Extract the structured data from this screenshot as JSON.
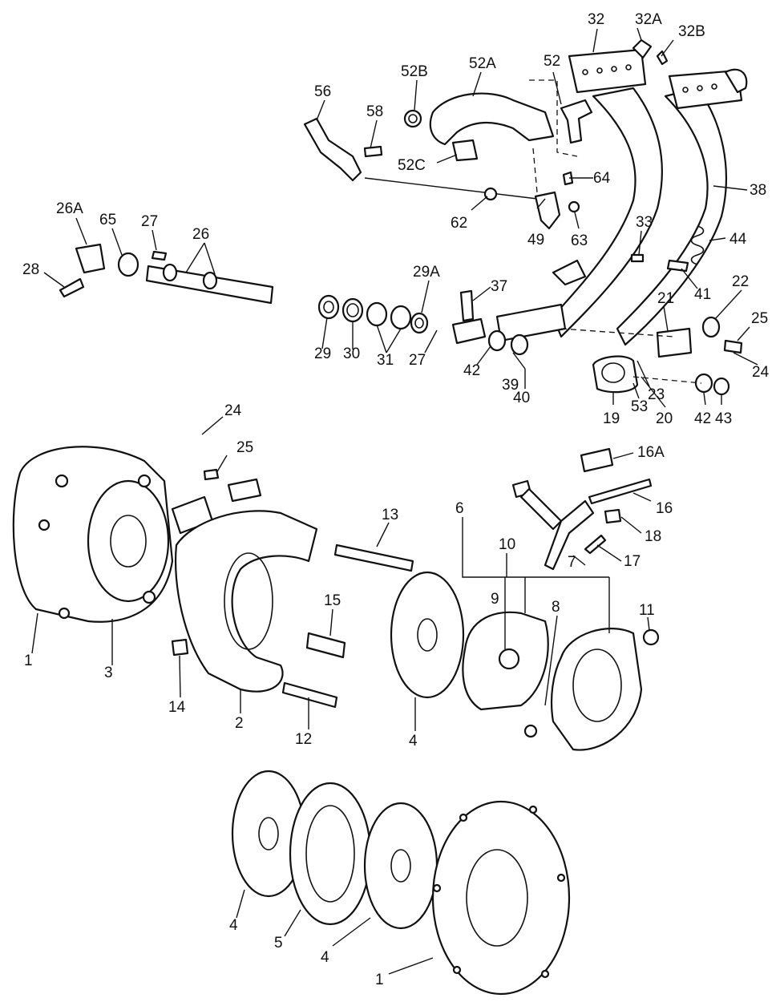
{
  "diagram": {
    "callouts": [
      {
        "id": "32",
        "label": "32"
      },
      {
        "id": "32A",
        "label": "32A"
      },
      {
        "id": "32B",
        "label": "32B"
      },
      {
        "id": "52B",
        "label": "52B"
      },
      {
        "id": "52A",
        "label": "52A"
      },
      {
        "id": "52",
        "label": "52"
      },
      {
        "id": "56",
        "label": "56"
      },
      {
        "id": "58",
        "label": "58"
      },
      {
        "id": "52C",
        "label": "52C"
      },
      {
        "id": "64",
        "label": "64"
      },
      {
        "id": "38",
        "label": "38"
      },
      {
        "id": "62",
        "label": "62"
      },
      {
        "id": "49",
        "label": "49"
      },
      {
        "id": "63",
        "label": "63"
      },
      {
        "id": "26A",
        "label": "26A"
      },
      {
        "id": "65",
        "label": "65"
      },
      {
        "id": "27a",
        "label": "27"
      },
      {
        "id": "26",
        "label": "26"
      },
      {
        "id": "33",
        "label": "33"
      },
      {
        "id": "44",
        "label": "44"
      },
      {
        "id": "28",
        "label": "28"
      },
      {
        "id": "29A",
        "label": "29A"
      },
      {
        "id": "37",
        "label": "37"
      },
      {
        "id": "41",
        "label": "41"
      },
      {
        "id": "22",
        "label": "22"
      },
      {
        "id": "21",
        "label": "21"
      },
      {
        "id": "25a",
        "label": "25"
      },
      {
        "id": "29",
        "label": "29"
      },
      {
        "id": "30",
        "label": "30"
      },
      {
        "id": "31",
        "label": "31"
      },
      {
        "id": "27b",
        "label": "27"
      },
      {
        "id": "42a",
        "label": "42"
      },
      {
        "id": "39",
        "label": "39"
      },
      {
        "id": "40",
        "label": "40"
      },
      {
        "id": "24a",
        "label": "24"
      },
      {
        "id": "23",
        "label": "23"
      },
      {
        "id": "19",
        "label": "19"
      },
      {
        "id": "53",
        "label": "53"
      },
      {
        "id": "20",
        "label": "20"
      },
      {
        "id": "42b",
        "label": "42"
      },
      {
        "id": "43",
        "label": "43"
      },
      {
        "id": "24b",
        "label": "24"
      },
      {
        "id": "25b",
        "label": "25"
      },
      {
        "id": "16A",
        "label": "16A"
      },
      {
        "id": "16",
        "label": "16"
      },
      {
        "id": "13",
        "label": "13"
      },
      {
        "id": "6",
        "label": "6"
      },
      {
        "id": "10",
        "label": "10"
      },
      {
        "id": "18",
        "label": "18"
      },
      {
        "id": "17",
        "label": "17"
      },
      {
        "id": "7",
        "label": "7"
      },
      {
        "id": "15",
        "label": "15"
      },
      {
        "id": "9",
        "label": "9"
      },
      {
        "id": "8",
        "label": "8"
      },
      {
        "id": "11",
        "label": "11"
      },
      {
        "id": "1a",
        "label": "1"
      },
      {
        "id": "3",
        "label": "3"
      },
      {
        "id": "14",
        "label": "14"
      },
      {
        "id": "2",
        "label": "2"
      },
      {
        "id": "12",
        "label": "12"
      },
      {
        "id": "4a",
        "label": "4"
      },
      {
        "id": "4b",
        "label": "4"
      },
      {
        "id": "5",
        "label": "5"
      },
      {
        "id": "4c",
        "label": "4"
      },
      {
        "id": "1b",
        "label": "1"
      }
    ]
  }
}
